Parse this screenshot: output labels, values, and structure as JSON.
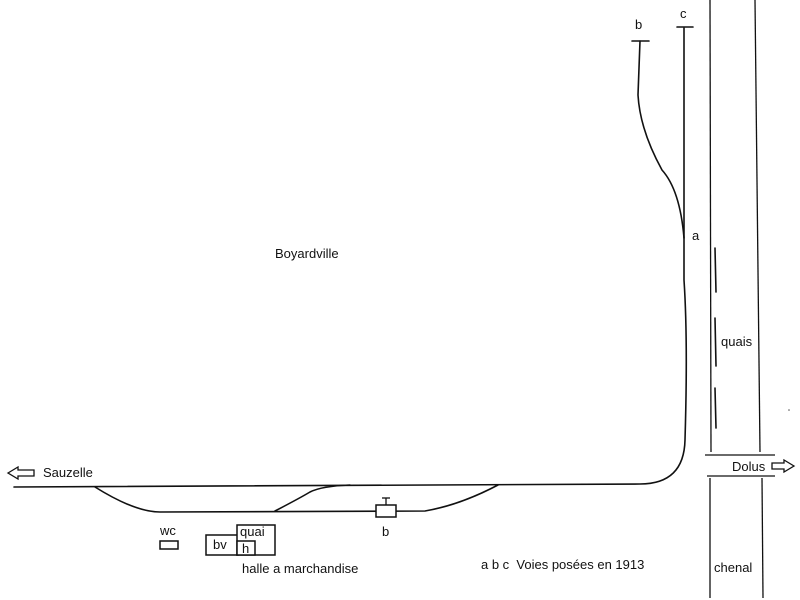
{
  "map": {
    "town_label": "Boyardville",
    "destinations": {
      "west": "Sauzelle",
      "east": "Dolus"
    },
    "track_labels": {
      "a": "a",
      "b": "b",
      "c": "c",
      "siding_b": "b"
    },
    "buildings": {
      "wc": "wc",
      "bv": "bv",
      "quai": "quai",
      "h": "h"
    },
    "platform_label": "quais",
    "channel_label": "chenal",
    "goods_hall_label": "halle a marchandise",
    "note": "a b c  Voies posées en 1913"
  }
}
